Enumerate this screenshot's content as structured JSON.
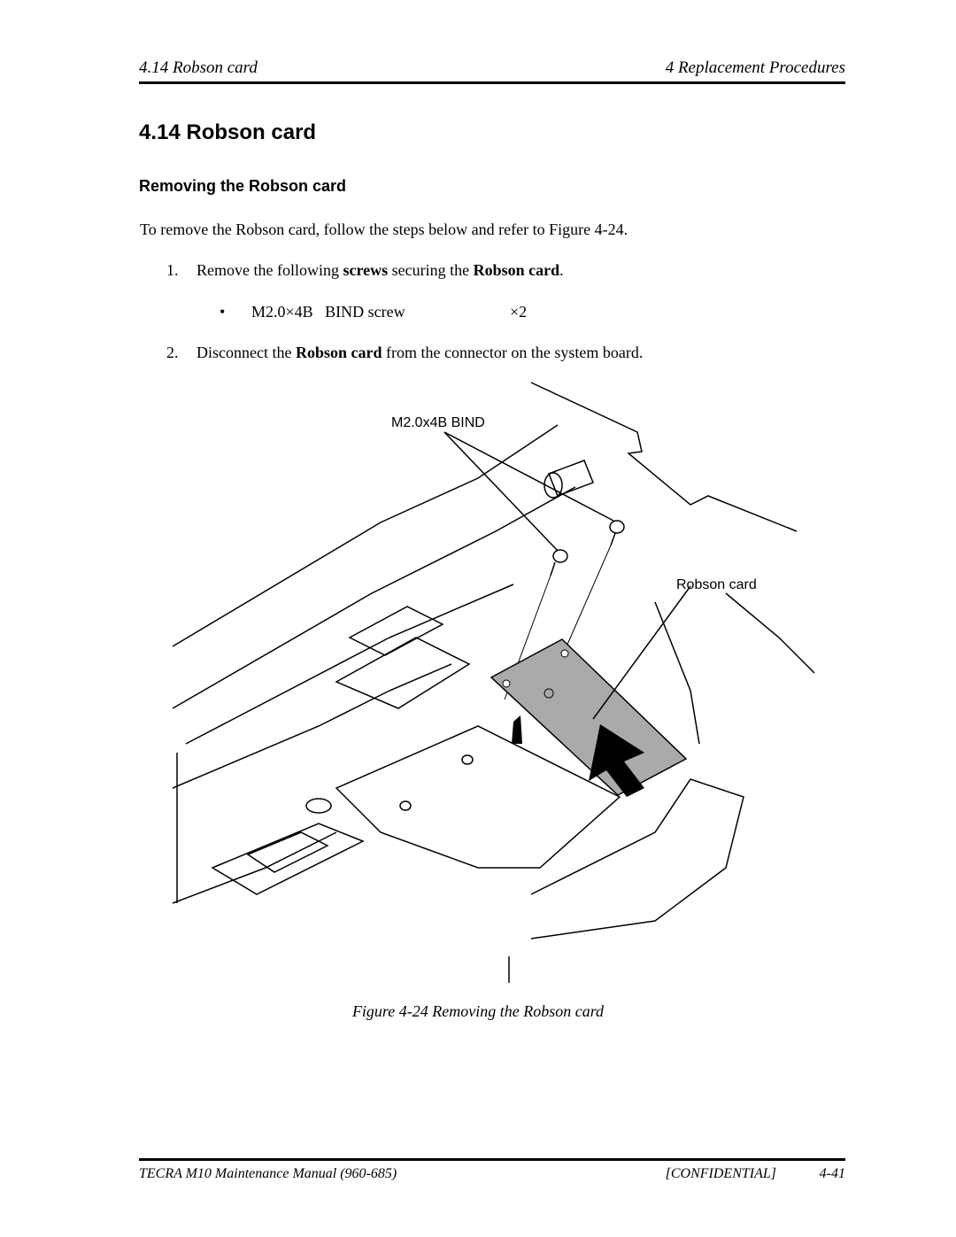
{
  "header": {
    "left": "4.14 Robson card",
    "right": "4 Replacement Procedures"
  },
  "section_title": "4.14  Robson card",
  "subsection_title": "Removing the Robson card",
  "intro": "To remove the Robson card, follow the steps below and refer to Figure 4-24.",
  "steps": [
    {
      "num": "1.",
      "pre": "Remove the following ",
      "b1": "screws",
      "mid": " securing the ",
      "b2": "Robson card",
      "post": "."
    },
    {
      "num": "2.",
      "pre": "Disconnect the ",
      "b1": "Robson card",
      "post": " from the connector on the system board."
    }
  ],
  "bullet": {
    "marker": "•",
    "text": "M2.0×4B   BIND screw",
    "qty": "×2"
  },
  "figure": {
    "label_screw": "M2.0x4B BIND",
    "label_card": "Robson card",
    "caption": "Figure 4-24   Removing the Robson card"
  },
  "footer": {
    "left": "TECRA M10 Maintenance Manual (960-685)",
    "center": "[CONFIDENTIAL]",
    "right": "4-41"
  }
}
